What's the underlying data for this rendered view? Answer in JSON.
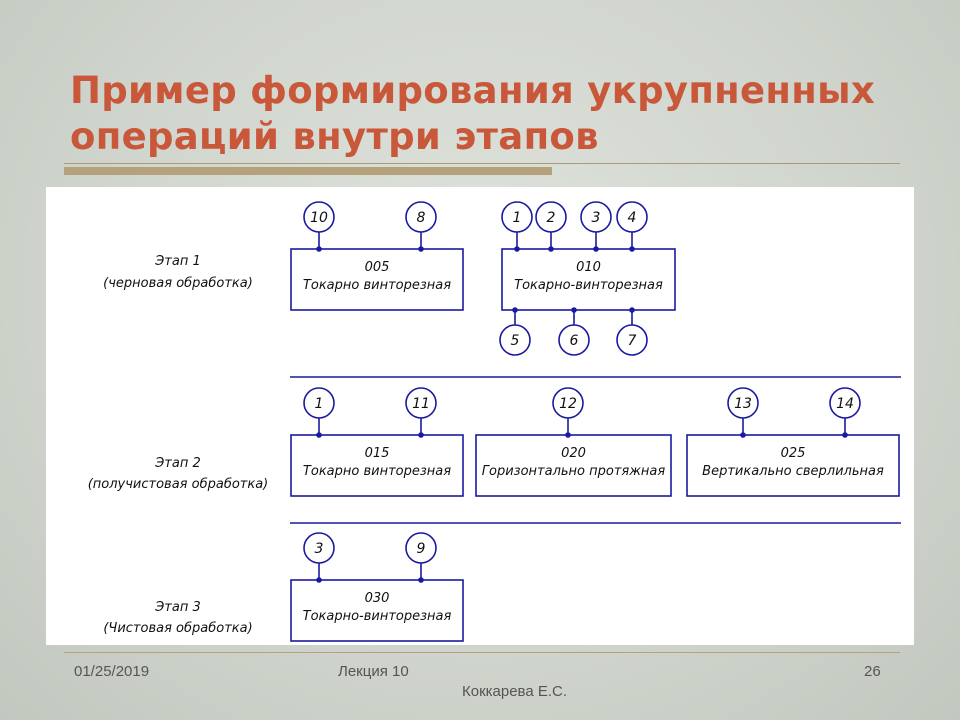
{
  "slide": {
    "title": "Пример формирования укрупненных операций внутри этапов",
    "footer_date": "01/25/2019",
    "footer_lecture": "Лекция 10",
    "footer_author": "Коккарева Е.С.",
    "page_number": "26"
  },
  "colors": {
    "title": "#c9573a",
    "diagram_stroke": "#1a1aa0",
    "accent_bar": "#b5a27a"
  },
  "stages": [
    {
      "name": "Этап 1",
      "desc": "(черновая обработка)"
    },
    {
      "name": "Этап 2",
      "desc": "(получистовая обработка)"
    },
    {
      "name": "Этап 3",
      "desc": "(Чистовая обработка)"
    }
  ],
  "operations": [
    {
      "code": "005",
      "name": "Токарно винторезная",
      "top": [
        "10",
        "8"
      ],
      "bottom": []
    },
    {
      "code": "010",
      "name": "Токарно-винторезная",
      "top": [
        "1",
        "2",
        "3",
        "4"
      ],
      "bottom": [
        "5",
        "6",
        "7"
      ]
    },
    {
      "code": "015",
      "name": "Токарно винторезная",
      "top": [
        "1",
        "11"
      ],
      "bottom": []
    },
    {
      "code": "020",
      "name": "Горизонтально протяжная",
      "top": [
        "12"
      ],
      "bottom": []
    },
    {
      "code": "025",
      "name": "Вертикально сверлильная",
      "top": [
        "13",
        "14"
      ],
      "bottom": []
    },
    {
      "code": "030",
      "name": "Токарно-винторезная",
      "top": [
        "3",
        "9"
      ],
      "bottom": []
    }
  ]
}
